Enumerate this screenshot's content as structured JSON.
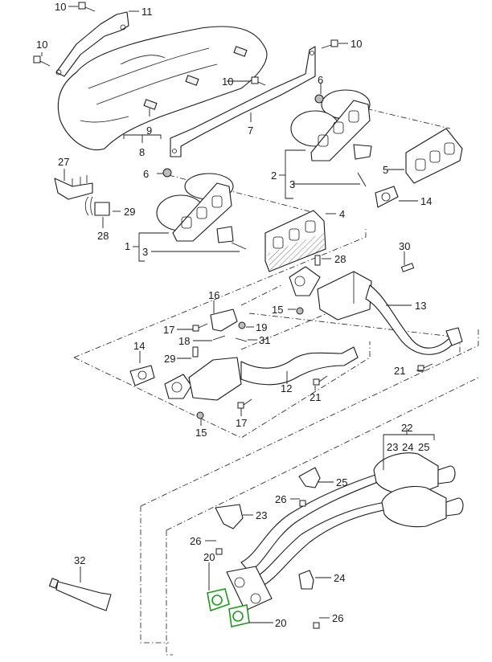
{
  "diagram": {
    "title": "Exhaust manifold / catalytic converter / front pipes exploded parts view",
    "highlight_color": "#1a9c1a",
    "line_color": "#1a1a1a",
    "highlighted_part": "20",
    "callouts": {
      "c10a": "10",
      "c11": "11",
      "c10b": "10",
      "c10c": "10",
      "c10d": "10",
      "c6a": "6",
      "c9": "9",
      "c8": "8",
      "c7": "7",
      "c2": "2",
      "c3a": "3",
      "c5": "5",
      "c14a": "14",
      "c27": "27",
      "c6b": "6",
      "c29a": "29",
      "c28a": "28",
      "c4": "4",
      "c1": "1",
      "c3b": "3",
      "c28b": "28",
      "c30": "30",
      "c16": "16",
      "c15a": "15",
      "c13": "13",
      "c17a": "17",
      "c19": "19",
      "c18": "18",
      "c31": "31",
      "c14b": "14",
      "c29b": "29",
      "c12": "12",
      "c21a": "21",
      "c21b": "21",
      "c17b": "17",
      "c15b": "15",
      "c22": "22",
      "c23h": "23",
      "c24h": "24",
      "c25h": "25",
      "c25": "25",
      "c26a": "26",
      "c23": "23",
      "c26b": "26",
      "c32": "32",
      "c20a": "20",
      "c24": "24",
      "c20b": "20",
      "c26c": "26"
    }
  }
}
